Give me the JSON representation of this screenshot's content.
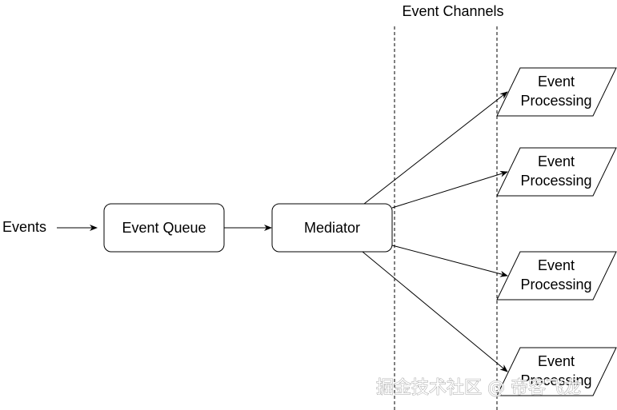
{
  "diagram": {
    "title": "Event Channels",
    "input_label": "Events",
    "nodes": {
      "event_queue": "Event Queue",
      "mediator": "Mediator"
    },
    "processors": [
      {
        "line1": "Event",
        "line2": "Processing"
      },
      {
        "line1": "Event",
        "line2": "Processing"
      },
      {
        "line1": "Event",
        "line2": "Processing"
      },
      {
        "line1": "Event",
        "line2": "Processing"
      }
    ],
    "edges": [
      {
        "from": "Events",
        "to": "Event Queue"
      },
      {
        "from": "Event Queue",
        "to": "Mediator"
      },
      {
        "from": "Mediator",
        "to": "Event Processing 1"
      },
      {
        "from": "Mediator",
        "to": "Event Processing 2"
      },
      {
        "from": "Mediator",
        "to": "Event Processing 3"
      },
      {
        "from": "Mediator",
        "to": "Event Processing 4"
      }
    ]
  },
  "watermark": "掘金技术社区 @ 帝客飞龙",
  "colors": {
    "stroke": "#000000",
    "background": "#ffffff"
  }
}
